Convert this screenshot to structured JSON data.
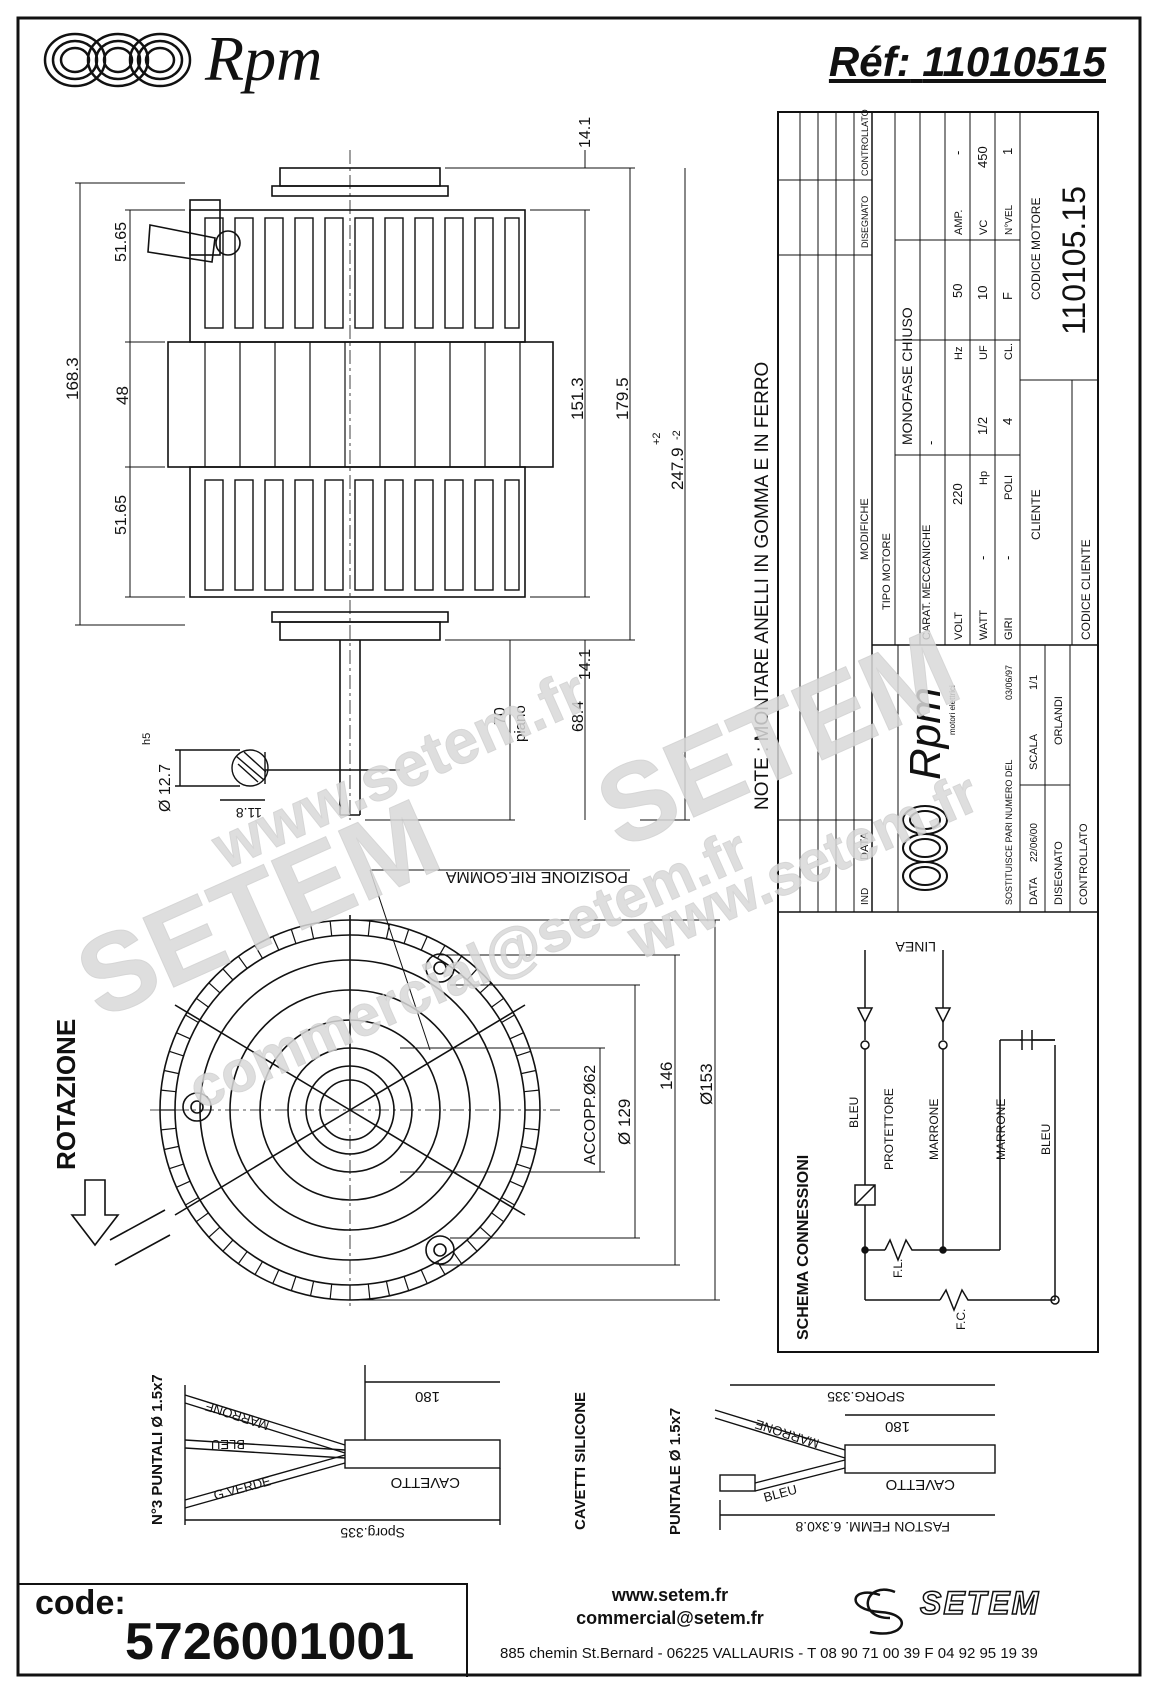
{
  "header": {
    "brand": "Rpm",
    "ref_label": "Réf:",
    "ref_value": "11010515"
  },
  "side_view": {
    "dims": {
      "d14_1_top": "14.1",
      "d51_65_top": "51.65",
      "d168_3": "168.3",
      "d48": "48",
      "d51_65_bot": "51.65",
      "d151_3": "151.3",
      "d179_5": "179.5",
      "d247": "247.9",
      "d247_tol_plus": "+2",
      "d247_tol_minus": "-2",
      "d14_1_bot": "14.1",
      "d70": "70",
      "piano": "piano",
      "d68_4": "68.4",
      "shaft_dia": "Ø 12.7",
      "shaft_tol": "h5",
      "shaft_flat": "11.8"
    }
  },
  "front_view": {
    "rotation": "ROTAZIONE",
    "rubber_pos": "POSIZIONE RIF.GOMMA",
    "accopp": "ACCOPP.Ø62",
    "d129": "Ø 129",
    "d146": "146",
    "d153": "Ø153"
  },
  "note": "NOTE : MONTARE ANELLI IN GOMMA E IN FERRO",
  "title_block": {
    "rev_headers": [
      "IND",
      "DATA",
      "MODIFICHE",
      "DISEGNATO",
      "CONTROLLATO"
    ],
    "tipo_motore_label": "TIPO MOTORE",
    "tipo_motore": "MONOFASE CHIUSO",
    "carat_label": "CARAT. MECCANICHE",
    "carat_value": "-",
    "volt_label": "VOLT",
    "volt": "220",
    "hz_label": "Hz",
    "hz": "50",
    "amp_label": "AMP.",
    "amp": "-",
    "watt_label": "WATT",
    "watt": "-",
    "hp_label": "Hp",
    "hp": "1/2",
    "uf_label": "UF",
    "uf": "10",
    "vc_label": "VC",
    "vc": "450",
    "giri_label": "GIRI",
    "giri": "-",
    "poli_label": "POLI",
    "poli": "4",
    "cl_label": "CL.",
    "cl": "F",
    "nvel_label": "N°VEL",
    "nvel": "1",
    "cliente_label": "CLIENTE",
    "codice_motore_label": "CODICE MOTORE",
    "codice_motore": "110105.15",
    "codice_cliente_label": "CODICE CLIENTE",
    "rpm_logo": "Rpm",
    "rpm_sub": "motori elettrici",
    "sostituisce_label": "SOSTITUISCE PARI NUMERO DEL",
    "sostituisce_date": "03/06/97",
    "data_label": "DATA",
    "data": "22/06/00",
    "scala_label": "SCALA",
    "scala": "1/1",
    "disegnato_label": "DISEGNATO",
    "disegnato": "ORLANDI",
    "controllato_label": "CONTROLLATO"
  },
  "schema": {
    "title": "SCHEMA CONNESSIONI",
    "linea": "LINEA",
    "bleu1": "BLEU",
    "protettore": "PROTETTORE",
    "marrone1": "MARRONE",
    "marrone2": "MARRONE",
    "bleu2": "BLEU",
    "fl": "F.L.",
    "fc": "F.C."
  },
  "cables_left": {
    "title": "N°3 PUNTALI Ø 1.5x7",
    "marrone": "MARRONE",
    "bleu": "BLEU",
    "gverde": "G.VERDE",
    "d180": "180",
    "cavetto": "CAVETTO",
    "sporg": "Sporg.335"
  },
  "cables_mid": {
    "title": "CAVETTI SILICONE"
  },
  "cables_right": {
    "title": "PUNTALE Ø 1.5x7",
    "sporg": "SPORG.335",
    "marrone": "MARRONE",
    "d180": "180",
    "bleu": "BLEU",
    "cavetto": "CAVETTO",
    "faston": "FASTON FEMM. 6.3x0.8"
  },
  "watermarks": [
    "www.setem.fr",
    "SETEM",
    "commercial@setem.fr",
    "SETEM",
    "www.setem.fr"
  ],
  "footer": {
    "code_label": "code:",
    "code_value": "5726001001",
    "website": "www.setem.fr",
    "email": "commercial@setem.fr",
    "address": "885 chemin St.Bernard  -  06225 VALLAURIS  -  T 08 90 71 00 39   F 04 92 95 19 39",
    "company": "SETEM"
  }
}
